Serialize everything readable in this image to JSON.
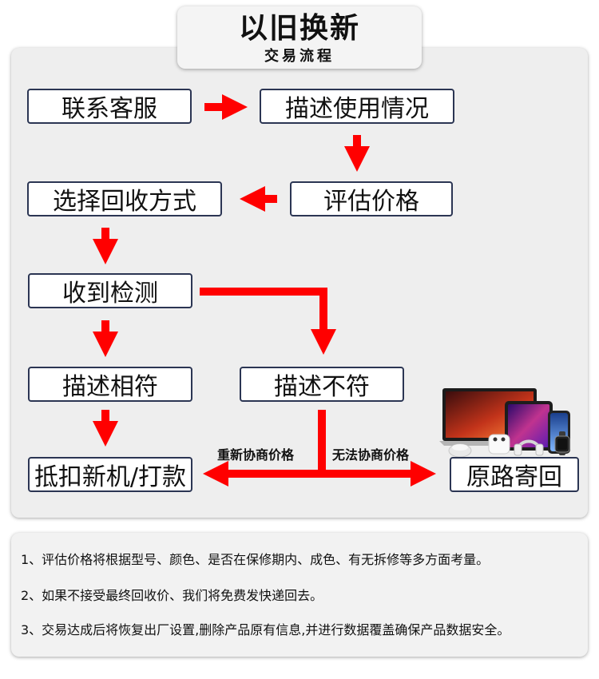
{
  "header": {
    "title": "以旧换新",
    "subtitle": "交易流程"
  },
  "flow": {
    "contact_support": "联系客服",
    "describe_usage": "描述使用情况",
    "evaluate_price": "评估价格",
    "choose_recycle_method": "选择回收方式",
    "receive_inspect": "收到检测",
    "description_matches": "描述相符",
    "description_mismatch": "描述不符",
    "deduct_new_or_pay": "抵扣新机/打款",
    "return_original": "原路寄回",
    "label_renegotiate": "重新协商价格",
    "label_cannot_negotiate": "无法协商价格"
  },
  "notes": [
    "1、评估价格将根据型号、颜色、是否在保修期内、成色、有无拆修等多方面考量。",
    "2、如果不接受最终回收价、我们将免费发快递回去。",
    "3、交易达成后将恢复出厂设置,删除产品原有信息,并进行数据覆盖确保产品数据安全。"
  ],
  "colors": {
    "arrow": "#ff0000",
    "node_border": "#2b3553"
  },
  "icons": [
    "laptop-icon",
    "tablet-icon",
    "phone-icon",
    "smart-speaker-icon",
    "earbuds-icon",
    "headphones-icon",
    "smartwatch-icon"
  ]
}
